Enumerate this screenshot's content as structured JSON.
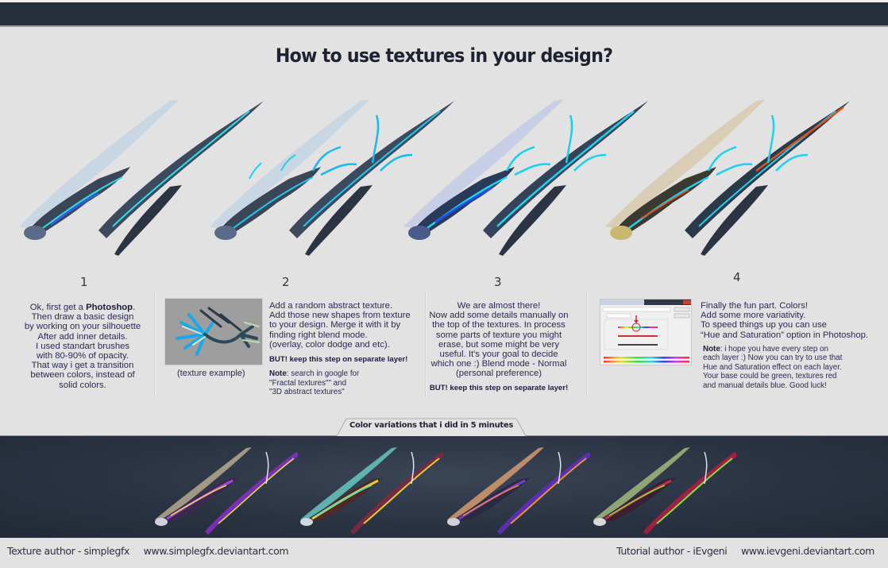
{
  "header": {
    "title": "How to use textures in your design?"
  },
  "steps": [
    {
      "number": "1",
      "lines": [
        "Ok, first get a |Photoshop|.",
        "Then draw a basic design",
        "by working on your silhouette",
        "After add inner details.",
        "I used standart brushes",
        "with 80-90% of opacity.",
        "That way i get a transition",
        "between colors, instead of",
        "solid colors."
      ],
      "text_before_bold": "Ok, first get a ",
      "bold": "Photoshop",
      "text_after_bold": ".",
      "rest": [
        "Then draw a basic design",
        "by working on your silhouette",
        "After add inner details.",
        "I used standart brushes",
        "with 80-90% of opacity.",
        "That way i get a transition",
        "between colors, instead of",
        "solid colors."
      ]
    },
    {
      "number": "2",
      "image_caption": "(texture example)",
      "lines": [
        "Add a random abstract texture.",
        "Add those new shapes from texture",
        "to your design. Merge it with it by",
        "finding right blend mode.",
        "(overlay, color dodge and etc)."
      ],
      "warning": "BUT! keep this step on separate layer!",
      "note_label": "Note",
      "note_lines": [
        ": search in google for",
        "\"Fractal textures\"\" and",
        "\"3D abstract textures\""
      ]
    },
    {
      "number": "3",
      "lines": [
        "We are almost there!",
        "Now add some details manually on",
        "the top of the textures. In process",
        "some parts of texture you might",
        "erase, but some might be very",
        "useful. It's your goal to decide",
        "which one :) Blend mode - Normal",
        "(personal preference)"
      ],
      "warning": "BUT! keep this step on separate layer!"
    },
    {
      "number": "4",
      "image_name": "Hue/Saturation dialog",
      "lines": [
        "Finally the fun part. Colors!",
        "Add some more variativity.",
        "To speed things up you can use",
        "“Hue and Saturation” option in Photoshop."
      ],
      "note_label": "Note",
      "note_lines": [
        ": i hope you have every step on",
        "each layer :) Now you can try to use that",
        "Hue and Saturation effect on each layer.",
        "Your base could be green, textures red",
        "and manual details blue. Good luck!"
      ]
    }
  ],
  "variations": {
    "tab_label": "Color variations that i did in 5 minutes",
    "items": [
      {
        "name": "purple-yellow",
        "haze": "#c8b99a",
        "body": "#8a3ac0",
        "accent": "#e8e040"
      },
      {
        "name": "teal-yellow",
        "haze": "#6ad0c8",
        "body": "#7a2a40",
        "accent": "#e0d030"
      },
      {
        "name": "orange-purple",
        "haze": "#e0a070",
        "body": "#6a30c0",
        "accent": "#f09030"
      },
      {
        "name": "green-crimson",
        "haze": "#a8c080",
        "body": "#a02040",
        "accent": "#80e040"
      }
    ]
  },
  "ships": [
    {
      "stage": "1",
      "haze": "#c4d4e4",
      "body": "#3a4658",
      "accent": "#2ee0e8",
      "fins": false
    },
    {
      "stage": "2",
      "haze": "#c4d4e4",
      "body": "#3a4658",
      "accent": "#20c8f0",
      "fins": true
    },
    {
      "stage": "3",
      "haze": "#c6cce8",
      "body": "#2a3a5a",
      "accent": "#18d8f0",
      "fins": true
    },
    {
      "stage": "4",
      "haze": "#d8ccb0",
      "body": "#2a3a48",
      "accent": "#20d0f0",
      "fins": true,
      "warm": "#e05020"
    }
  ],
  "footer": {
    "texture_author": "Texture author - simplegfx",
    "texture_url": "www.simplegfx.deviantart.com",
    "tutorial_author": "Tutorial author - iEvgeni",
    "tutorial_url": "www.ievgeni.deviantart.com"
  },
  "colors": {
    "page_bg": "#e2e2e2",
    "band_dark": "#252e3b",
    "text": "#2a2a55"
  }
}
